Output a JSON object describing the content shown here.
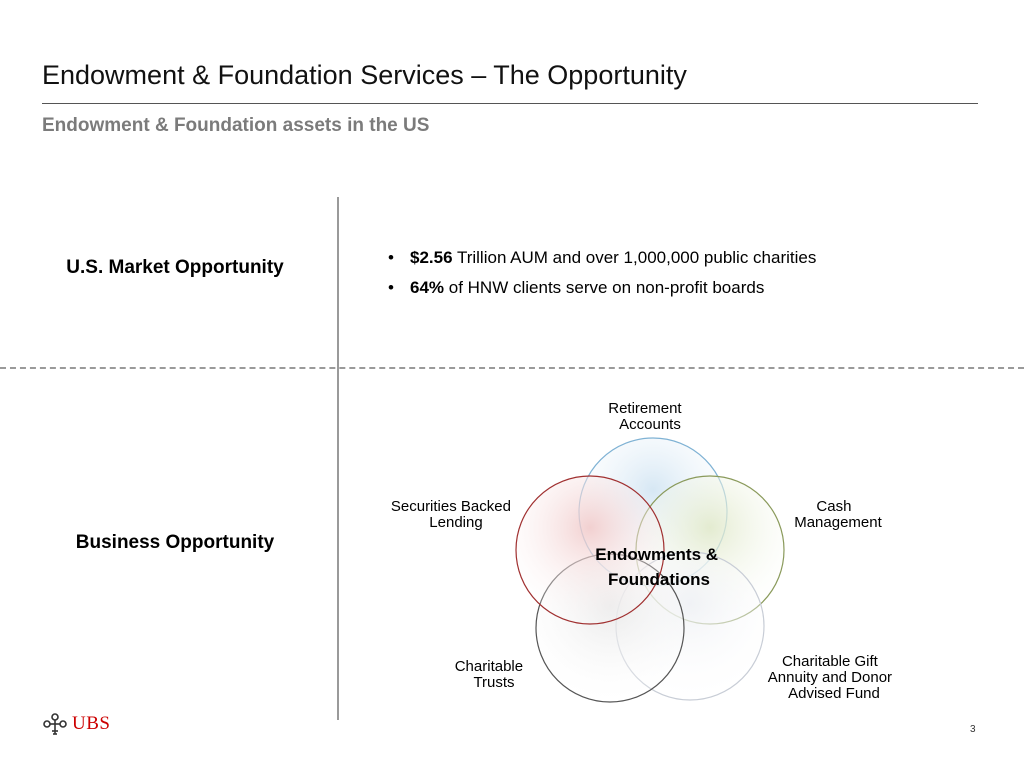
{
  "slide": {
    "title": "Endowment & Foundation Services – The Opportunity",
    "subtitle": "Endowment & Foundation assets in the US",
    "page_number": "3"
  },
  "market": {
    "label": "U.S. Market Opportunity",
    "bullets": [
      {
        "bold": "$2.56",
        "text": " Trillion AUM and over 1,000,000 public charities"
      },
      {
        "bold": "64%",
        "text": " of HNW clients serve on non-profit boards"
      }
    ]
  },
  "business": {
    "label": "Business Opportunity"
  },
  "diagram": {
    "center_label": [
      "Endowments &",
      "Foundations"
    ],
    "circles": [
      {
        "name": "retirement",
        "label": [
          "Retirement",
          "Accounts"
        ],
        "stroke": "#7fb2d4",
        "fill": "#cfe3f2"
      },
      {
        "name": "cash",
        "label": [
          "Cash",
          "Management"
        ],
        "stroke": "#8a9a5b",
        "fill": "#dfe8c8"
      },
      {
        "name": "charitable-gift",
        "label": [
          "Charitable Gift",
          "Annuity and Donor",
          "Advised Fund"
        ],
        "stroke": "#c8cdd6",
        "fill": "#eef0f4"
      },
      {
        "name": "charitable-trusts",
        "label": [
          "Charitable",
          "Trusts"
        ],
        "stroke": "#555555",
        "fill": "#e6e6e6"
      },
      {
        "name": "securities",
        "label": [
          "Securities Backed",
          "Lending"
        ],
        "stroke": "#a03030",
        "fill": "#f0c8c8"
      }
    ]
  },
  "logo": {
    "text": "UBS",
    "icon": "ubs-keys-icon",
    "color": "#cc0000"
  }
}
